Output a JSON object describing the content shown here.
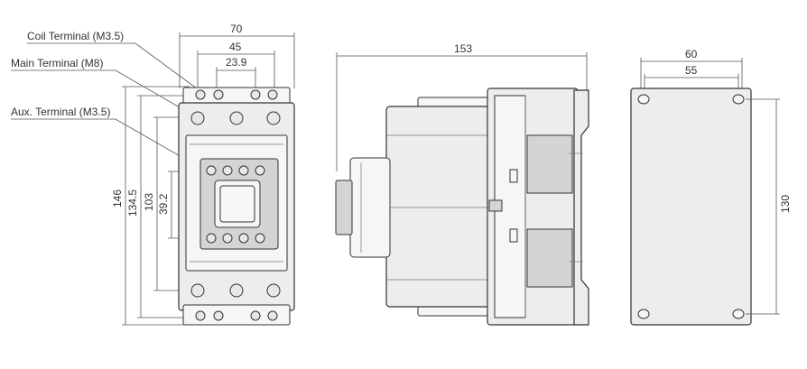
{
  "labels": {
    "coil_terminal": "Coil Terminal (M3.5)",
    "main_terminal": "Main Terminal (M8)",
    "aux_terminal": "Aux. Terminal (M3.5)"
  },
  "dimensions": {
    "front_width_70": "70",
    "front_width_45": "45",
    "front_width_23_9": "23.9",
    "height_146": "146",
    "height_134_5": "134.5",
    "height_103": "103",
    "height_39_2": "39.2",
    "side_depth_153": "153",
    "mount_width_60": "60",
    "mount_width_55": "55",
    "mount_height_130": "130"
  },
  "colors": {
    "line": "#333333",
    "body": "#ededed"
  }
}
